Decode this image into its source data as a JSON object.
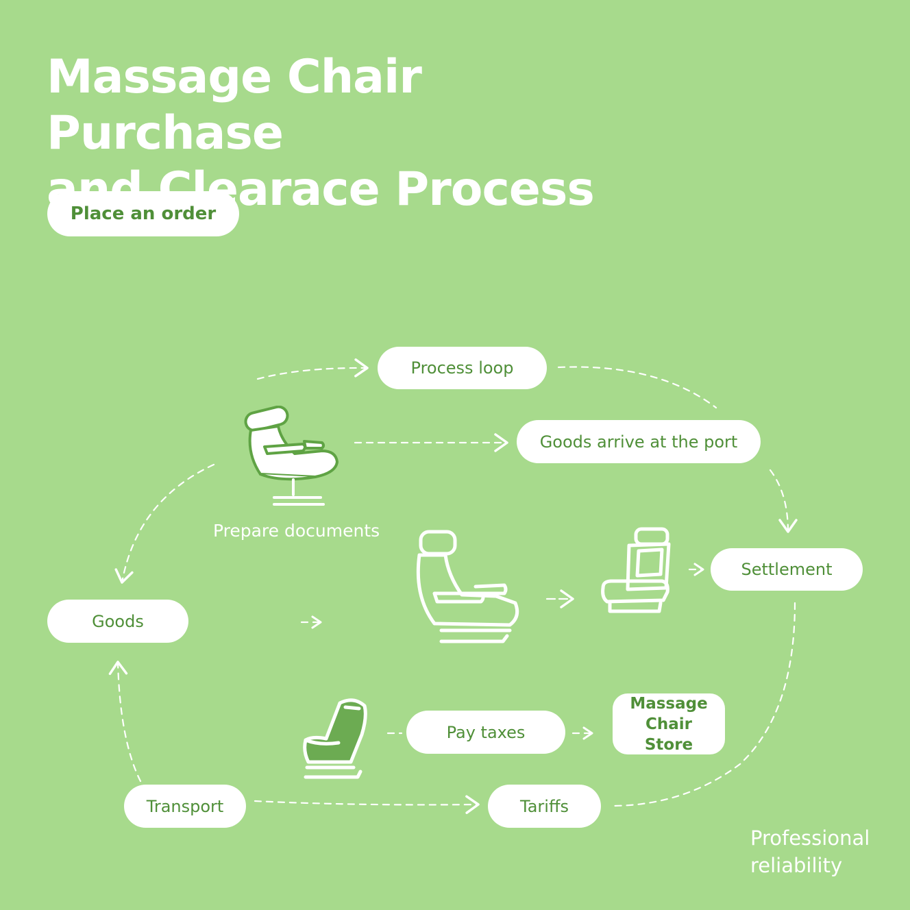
{
  "title": {
    "line1": "Massage Chair Purchase",
    "line2": "and Clearace Process"
  },
  "nodes": {
    "place_order": "Place an order",
    "process_loop": "Process loop",
    "goods_arrive": "Goods arrive at the port",
    "prepare_documents": "Prepare documents",
    "settlement": "Settlement",
    "goods": "Goods",
    "pay_taxes": "Pay taxes",
    "store_line1": "Massage",
    "store_line2": "Chair Store",
    "transport": "Transport",
    "tariffs": "Tariffs"
  },
  "footer": {
    "line1": "Professional",
    "line2": "reliability"
  },
  "colors": {
    "background": "#a7da8c",
    "pill_text": "#4f8f38",
    "line": "#ffffff"
  },
  "icons": [
    "recliner-chair-icon",
    "massage-chair-large-icon",
    "massage-chair-upright-icon",
    "massage-chair-side-icon"
  ]
}
